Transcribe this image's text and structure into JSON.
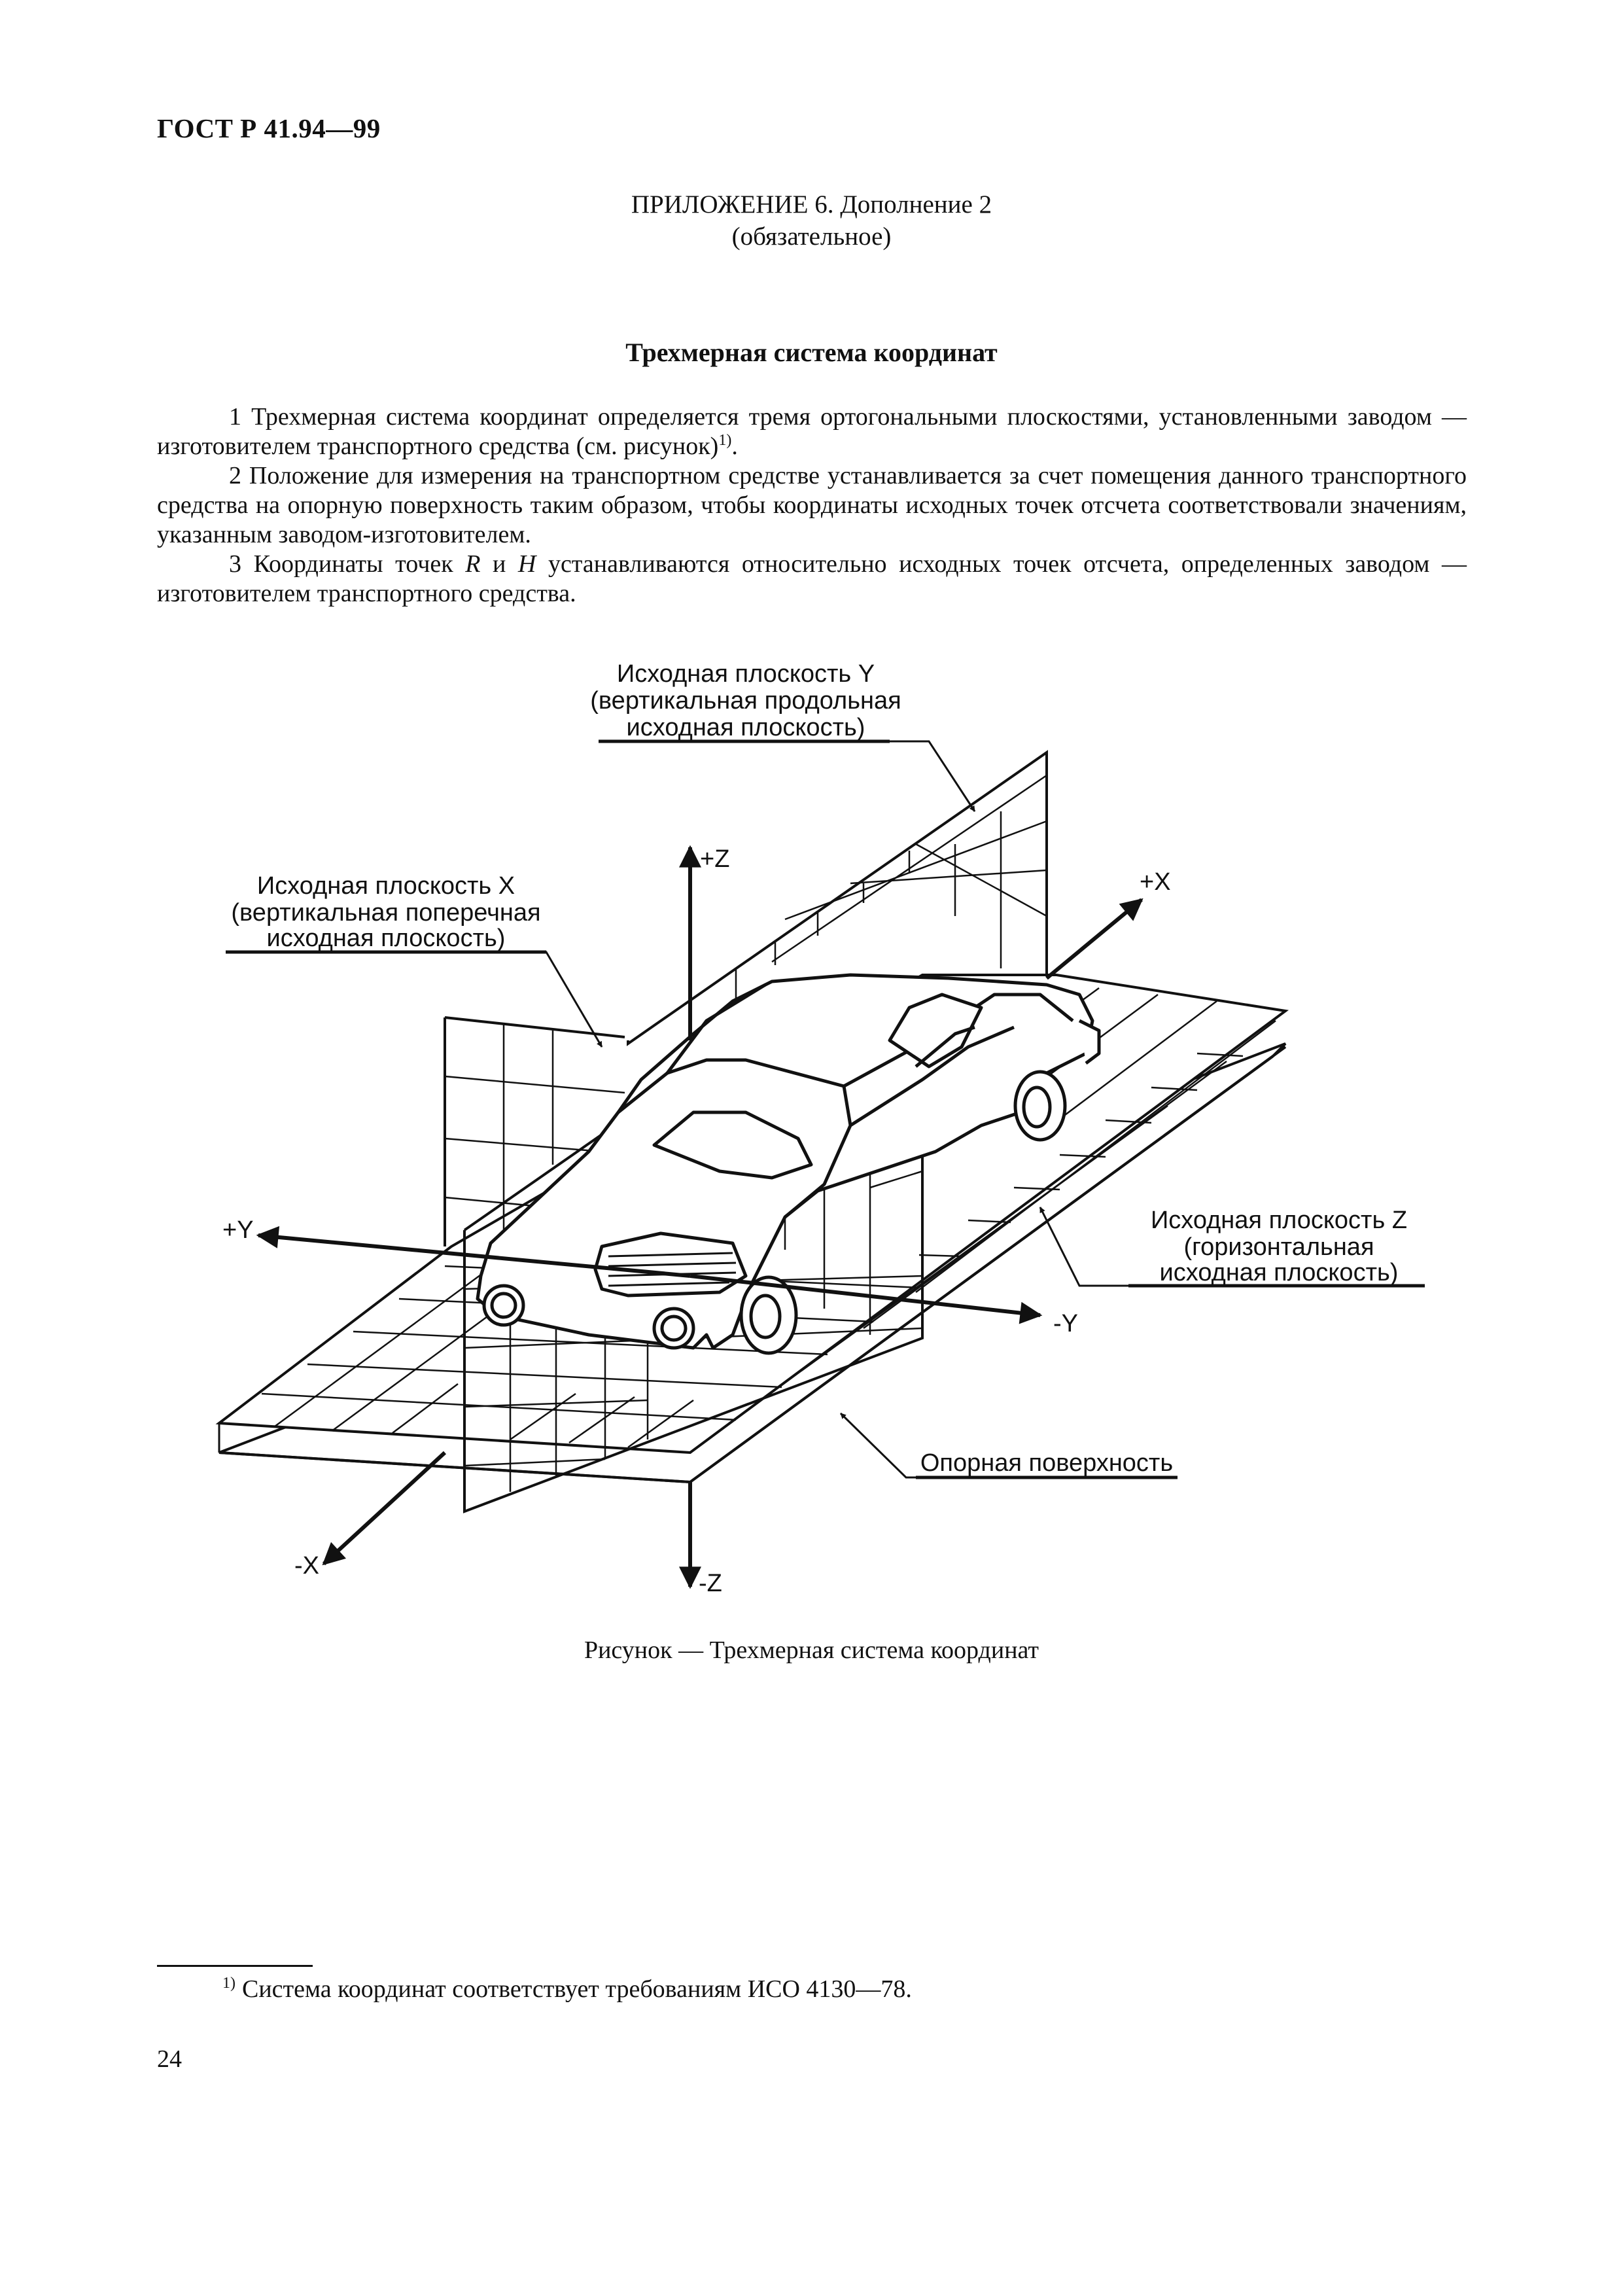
{
  "header": {
    "doc_number": "ГОСТ Р 41.94—99"
  },
  "appendix": {
    "title": "ПРИЛОЖЕНИЕ 6. Дополнение 2",
    "status": "(обязательное)"
  },
  "section": {
    "title": "Трехмерная система координат"
  },
  "paragraphs": [
    {
      "text": "1 Трехмерная система координат определяется тремя ортогональными плоскостями, установленными заводом — изготовителем транспортного средства (см. рисунок)",
      "note_ref": "1)",
      "tail": "."
    },
    {
      "text": "2 Положение для измерения на транспортном средстве устанавливается за счет помещения данного транспортного средства на опорную поверхность таким образом, чтобы координаты исходных точек отсчета соответствовали значениям, указанным заводом-изготовителем."
    },
    {
      "p3_a": "3 Координаты точек ",
      "p3_r": "R",
      "p3_and": " и ",
      "p3_h": "H",
      "p3_b": " устанавливаются относительно исходных точек отсчета, определенных заводом — изготовителем транспортного средства."
    }
  ],
  "figure": {
    "label_y_plane": [
      "Исходная плоскость Y",
      "(вертикальная продольная",
      "исходная плоскость)"
    ],
    "label_x_plane": [
      "Исходная плоскость X",
      "(вертикальная поперечная",
      "исходная плоскость)"
    ],
    "label_z_plane": [
      "Исходная плоскость Z",
      "(горизонтальная",
      "исходная плоскость)"
    ],
    "label_support": "Опорная поверхность",
    "axis_plus_z": "+Z",
    "axis_minus_z": "-Z",
    "axis_plus_x": "+X",
    "axis_minus_x": "-X",
    "axis_plus_y": "+Y",
    "axis_minus_y": "-Y",
    "caption": "Рисунок — Трехмерная система координат"
  },
  "footnote": {
    "marker": "1)",
    "text": "Система координат соответствует требованиям ИСО 4130—78."
  },
  "page_number": "24"
}
